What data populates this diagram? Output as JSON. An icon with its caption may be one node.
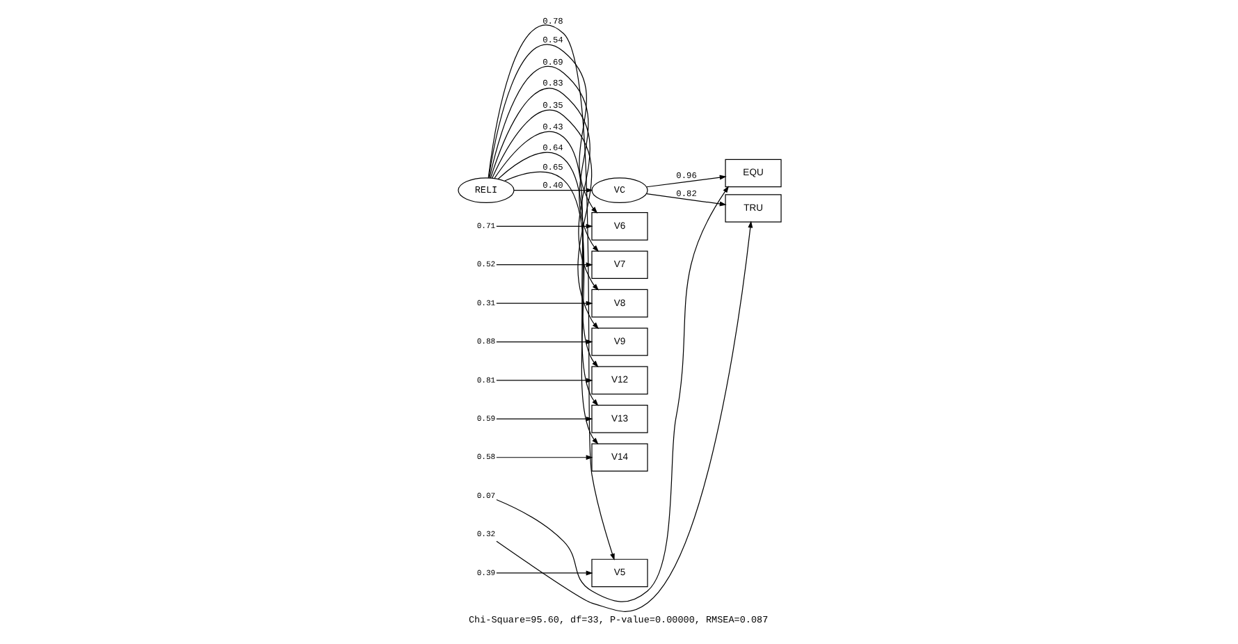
{
  "diagram": {
    "caption": "Chi-Square=95.60, df=33, P-value=0.00000, RMSEA=0.087",
    "nodes": [
      {
        "text": [
          "V5"
        ]
      },
      {
        "text": [
          "V6"
        ]
      },
      {
        "text": [
          "V7"
        ]
      },
      {
        "text": [
          "V8"
        ]
      },
      {
        "text": [
          "V9"
        ]
      },
      {
        "text": [
          "V12"
        ]
      },
      {
        "text": [
          "V13"
        ]
      },
      {
        "text": [
          "V14"
        ]
      },
      {
        "text": [
          "RELI"
        ]
      },
      {
        "text": [
          "VC"
        ]
      },
      {
        "text": [
          "EQU"
        ]
      },
      {
        "text": [
          "TRU"
        ]
      },
      {
        "text": [
          "0.39"
        ]
      },
      {
        "text": [
          "0.71"
        ]
      },
      {
        "text": [
          "0.52"
        ]
      },
      {
        "text": [
          "0.31"
        ]
      },
      {
        "text": [
          "0.88"
        ]
      },
      {
        "text": [
          "0.81"
        ]
      },
      {
        "text": [
          "0.59"
        ]
      },
      {
        "text": [
          "0.58"
        ]
      },
      {
        "text": [
          "0.07"
        ]
      },
      {
        "text": [
          "0.32"
        ]
      }
    ],
    "edges": [
      {
        "from": 8,
        "to": 0,
        "arrow": "to",
        "label": "0.78"
      },
      {
        "from": 8,
        "to": 1,
        "arrow": "to",
        "label": "0.54"
      },
      {
        "from": 8,
        "to": 2,
        "arrow": "to",
        "label": "0.69"
      },
      {
        "from": 8,
        "to": 3,
        "arrow": "to",
        "label": "0.83"
      },
      {
        "from": 8,
        "to": 4,
        "arrow": "to",
        "label": "0.35"
      },
      {
        "from": 8,
        "to": 5,
        "arrow": "to",
        "label": "0.43"
      },
      {
        "from": 8,
        "to": 6,
        "arrow": "to",
        "label": "0.64"
      },
      {
        "from": 8,
        "to": 7,
        "arrow": "to",
        "label": "0.65"
      },
      {
        "from": 8,
        "to": 9,
        "arrow": "to",
        "label": "0.40"
      },
      {
        "from": 9,
        "to": 10,
        "arrow": "to",
        "label": "0.96"
      },
      {
        "from": 9,
        "to": 11,
        "arrow": "to",
        "label": "0.82"
      },
      {
        "from": 12,
        "to": 0,
        "arrow": "to"
      },
      {
        "from": 13,
        "to": 1,
        "arrow": "to"
      },
      {
        "from": 14,
        "to": 2,
        "arrow": "to"
      },
      {
        "from": 15,
        "to": 3,
        "arrow": "to"
      },
      {
        "from": 16,
        "to": 4,
        "arrow": "to"
      },
      {
        "from": 17,
        "to": 5,
        "arrow": "to"
      },
      {
        "from": 18,
        "to": 6,
        "arrow": "to"
      },
      {
        "from": 19,
        "to": 7,
        "arrow": "to"
      },
      {
        "from": 20,
        "to": 10,
        "arrow": "to"
      },
      {
        "from": 21,
        "to": 11,
        "arrow": "to"
      }
    ]
  }
}
